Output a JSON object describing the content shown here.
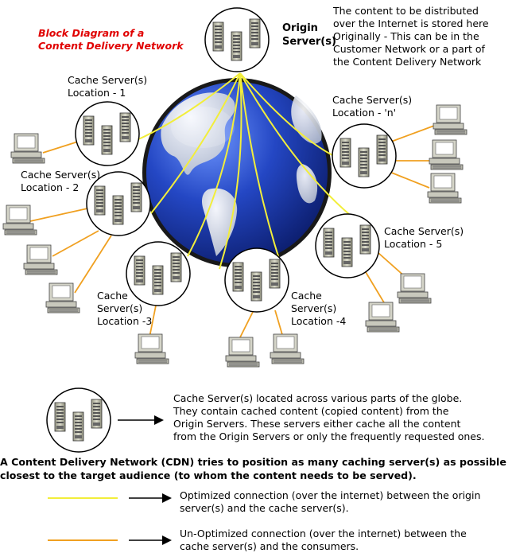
{
  "diagram_title": "Block Diagram of a\nContent Delivery Network",
  "origin": {
    "label": "Origin\nServer(s)",
    "note": "The content to be distributed\nover the Internet is stored here\nOriginally - This can be in the\nCustomer Network or a part of\nthe Content Delivery Network"
  },
  "caches": [
    {
      "label": "Cache Server(s)\nLocation - 1"
    },
    {
      "label": "Cache Server(s)\nLocation - 2"
    },
    {
      "label": "Cache\nServer(s)\nLocation -3"
    },
    {
      "label": "Cache\nServer(s)\nLocation -4"
    },
    {
      "label": "Cache Server(s)\nLocation - 5"
    },
    {
      "label": "Cache Server(s)\nLocation - 'n'"
    }
  ],
  "legend": {
    "cache_description": "Cache Server(s) located across various parts of the globe.\nThey contain cached content (copied content) from the\nOrigin Servers. These servers either cache all the content\nfrom the Origin Servers or only the frequently requested ones.",
    "summary": "A Content Delivery Network (CDN) tries to position as many caching server(s) as possible\nclosest to the target audience (to whom the content needs to be served).",
    "optimized": "Optimized connection (over the internet) between the origin\nserver(s) and the cache server(s).",
    "unoptimized": "Un-Optimized connection (over the internet) between the\ncache server(s) and the consumers."
  },
  "colors": {
    "title": "#e00000",
    "optimized_line": "#f2ee3a",
    "unoptimized_line": "#f0a020",
    "globe_ocean": "#1d3fb0",
    "globe_land": "#d7dde8"
  }
}
